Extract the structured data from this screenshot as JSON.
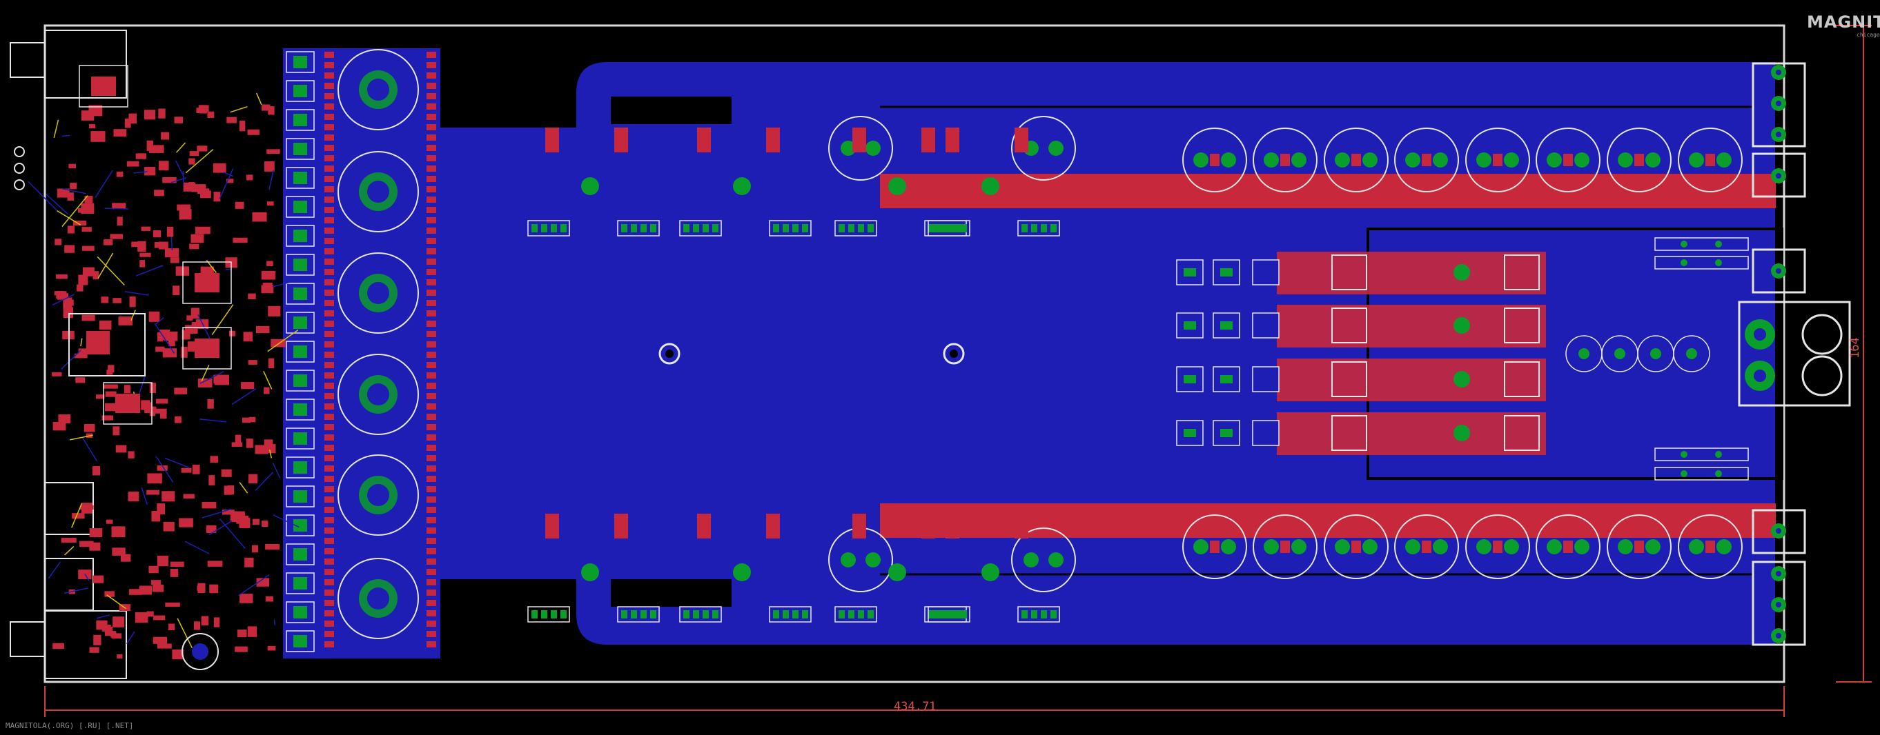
{
  "board": {
    "logo_text": "MAGNITOLA",
    "logo_subtext": "chicago",
    "footer_text": "MAGNITOLA(.ORG) [.RU] [.NET]",
    "width_dimension": "434.71",
    "height_dimension": "164"
  },
  "colors": {
    "background": "#000000",
    "copper_bottom": "#1e1eb4",
    "copper_top": "#c8283c",
    "pad": "#0a9e2a",
    "silkscreen": "#e6e6e6",
    "dimension": "#d23c3c"
  }
}
